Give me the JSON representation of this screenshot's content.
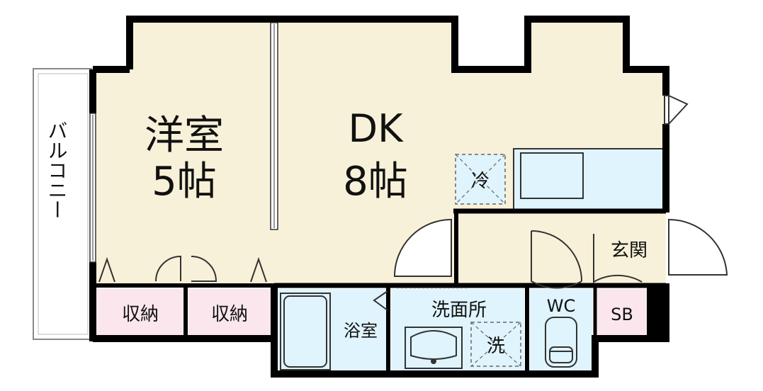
{
  "rooms": {
    "western_room": {
      "name": "洋室",
      "size": "5帖"
    },
    "dk": {
      "name": "DK",
      "size": "8帖"
    },
    "balcony": "バルコニー",
    "storage_left": "収納",
    "storage_right": "収納",
    "bathroom": "浴室",
    "washroom": "洗面所",
    "toilet": "WC",
    "entrance": "玄関",
    "shoe_box": "SB"
  },
  "fixtures": {
    "fridge": "冷",
    "washer": "洗"
  },
  "colors": {
    "room_floor": "#f8f1d9",
    "wet_area": "#dff4fc",
    "storage": "#fbe6ee",
    "wall": "#000000"
  }
}
